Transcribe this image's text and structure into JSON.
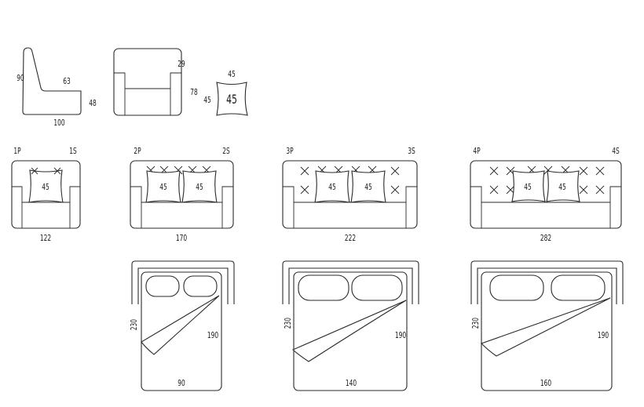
{
  "profile": {
    "height": "90",
    "seat_depth": "63",
    "seat_height": "48",
    "depth": "100"
  },
  "armchair_front": {
    "back_top": "29",
    "height": "78"
  },
  "cushion_detail": {
    "top": "45",
    "side": "45",
    "center": "45"
  },
  "sofas": [
    {
      "left_tag": "1P",
      "right_tag": "1S",
      "cushion_labels": [
        "45"
      ],
      "width": "122"
    },
    {
      "left_tag": "2P",
      "right_tag": "2S",
      "cushion_labels": [
        "45",
        "45"
      ],
      "width": "170"
    },
    {
      "left_tag": "3P",
      "right_tag": "3S",
      "cushion_labels": [
        "45",
        "45"
      ],
      "width": "222"
    },
    {
      "left_tag": "4P",
      "right_tag": "4S",
      "cushion_labels": [
        "45",
        "45"
      ],
      "width": "282"
    }
  ],
  "beds": [
    {
      "open_length": "230",
      "mattress_length": "190",
      "mattress_width": "90"
    },
    {
      "open_length": "230",
      "mattress_length": "190",
      "mattress_width": "140"
    },
    {
      "open_length": "230",
      "mattress_length": "190",
      "mattress_width": "160"
    }
  ]
}
